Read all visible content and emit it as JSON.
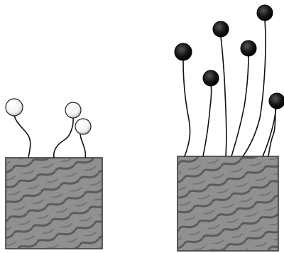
{
  "figure": {
    "panels": [
      {
        "id": "left",
        "substrate": {
          "fill": "#8a8a8a",
          "pattern": "mottled-dark-speckle"
        },
        "head_style": {
          "fill": "#ffffff",
          "stroke": "#222222"
        },
        "strand_count": 3
      },
      {
        "id": "right",
        "substrate": {
          "fill": "#8a8a8a",
          "pattern": "mottled-dark-speckle"
        },
        "head_style": {
          "fill": "#111111",
          "stroke": "#000000"
        },
        "strand_count": 7
      }
    ]
  }
}
